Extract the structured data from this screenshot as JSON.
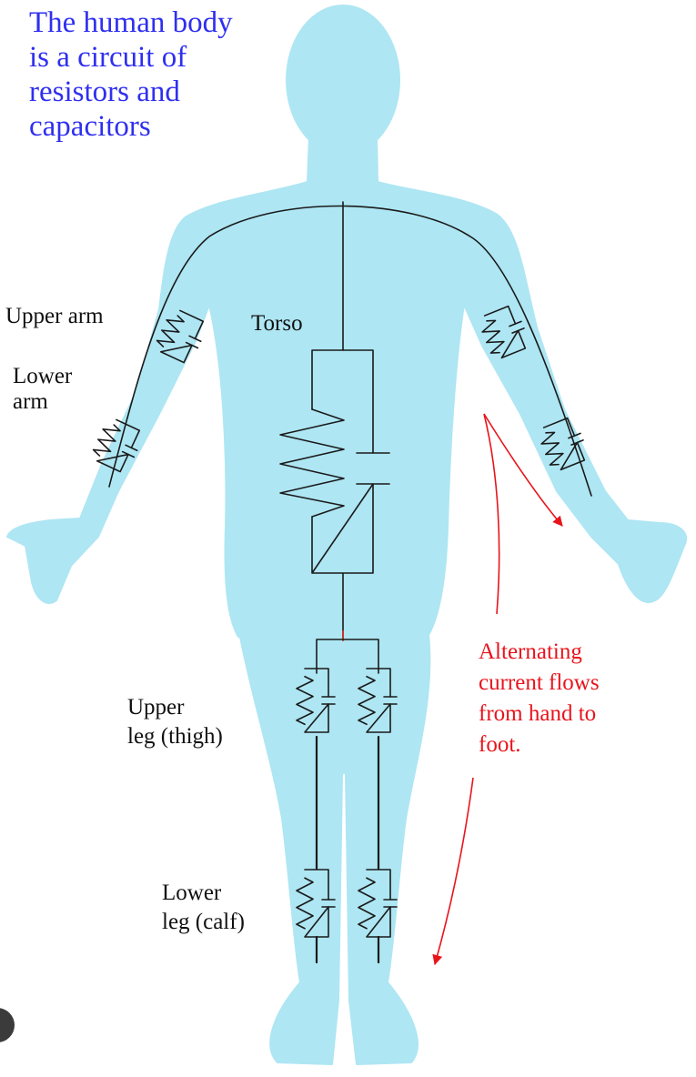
{
  "colors": {
    "body_fill": "#aee6f3",
    "circuit": "#1a1a1a",
    "title": "#2f2ff0",
    "annotation": "#e8141c",
    "label": "#111111"
  },
  "title": "The human body\nis a circuit of\nresistors and\ncapacitors",
  "labels": {
    "upper_arm": "Upper arm",
    "lower_arm": "Lower\narm",
    "torso": "Torso",
    "upper_leg": "Upper\nleg (thigh)",
    "lower_leg": "Lower\nleg (calf)"
  },
  "annotation": "Alternating\ncurrent flows\nfrom hand to\nfoot."
}
